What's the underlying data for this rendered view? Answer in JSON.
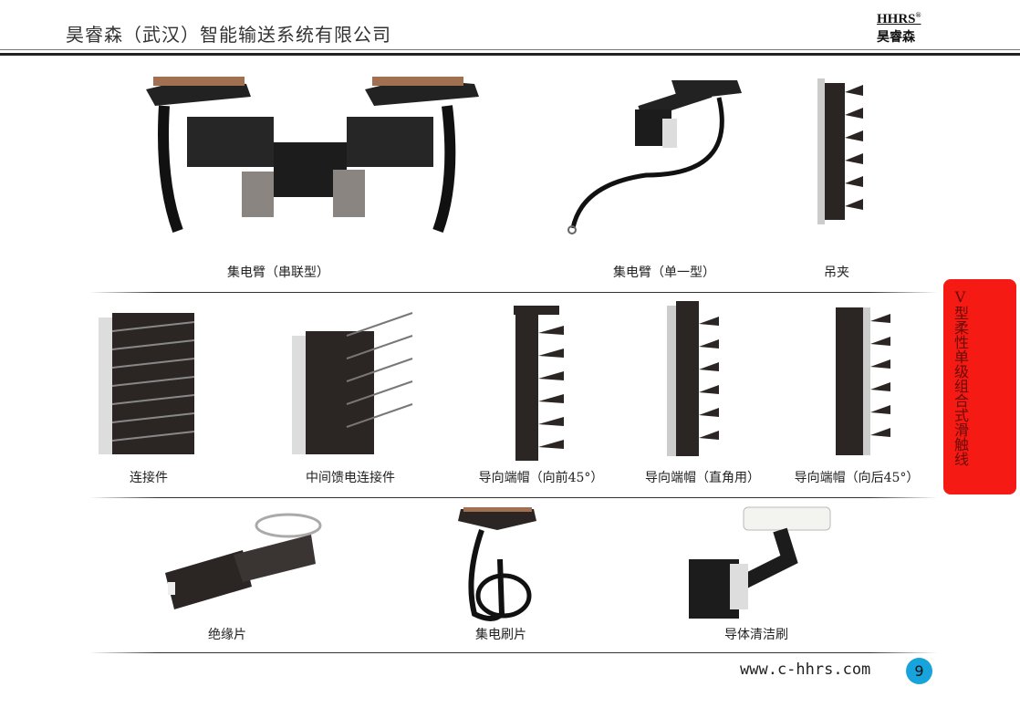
{
  "header": {
    "company": "昊睿森（武汉）智能输送系统有限公司",
    "logo_en": "HHRS",
    "logo_reg": "®",
    "logo_cn": "昊睿森"
  },
  "side_tab": {
    "text": "V型柔性单级组合式滑触线",
    "color": "#f51a14"
  },
  "products": {
    "row1": [
      "集电臂（串联型）",
      "集电臂（单一型）",
      "吊夹"
    ],
    "row2": [
      "连接件",
      "中间馈电连接件",
      "导向端帽（向前45°）",
      "导向端帽（直角用）",
      "导向端帽（向后45°）"
    ],
    "row3": [
      "绝缘片",
      "集电刷片",
      "导体清洁刷"
    ]
  },
  "footer": {
    "url": "www.c-hhrs.com",
    "page": "9",
    "page_color": "#17a3dc"
  }
}
